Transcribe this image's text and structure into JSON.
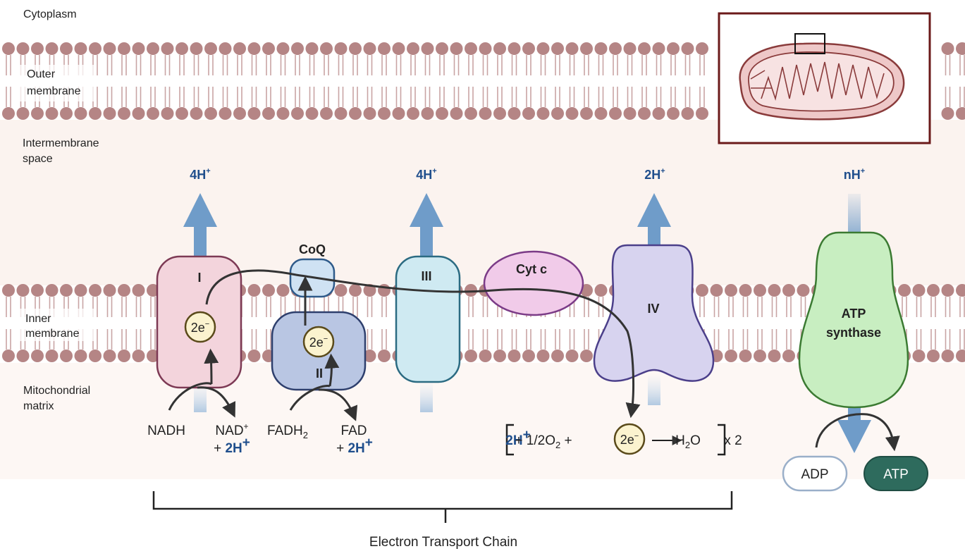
{
  "regions": {
    "cytoplasm": "Cytoplasm",
    "outer_membrane": [
      "Outer",
      "membrane"
    ],
    "intermembrane_space": [
      "Intermembrane",
      "space"
    ],
    "inner_membrane": [
      "Inner",
      "membrane"
    ],
    "matrix": [
      "Mitochondrial",
      "matrix"
    ]
  },
  "complexes": {
    "c1": "I",
    "c2": "II",
    "c3": "III",
    "c4": "IV",
    "coq": "CoQ",
    "cytc": "Cyt c",
    "atp_synthase": [
      "ATP",
      "synthase"
    ]
  },
  "protons": {
    "c1": "4H",
    "c3": "4H",
    "c4": "2H",
    "atp": "nH",
    "superscript_plus": "+"
  },
  "electrons": "2e",
  "electron_superscript": "−",
  "molecules": {
    "nadh": "NADH",
    "nad": "NAD",
    "nad_sup": "+",
    "plus_2h": "+ ",
    "two_h": "2H",
    "fadh2": "FADH",
    "sub_2": "2",
    "fad": "FAD",
    "half_o2": "+ 1/2O",
    "plus_after": " +",
    "water": "H",
    "water_o": "O",
    "times_two": "x 2",
    "adp": "ADP",
    "atp": "ATP"
  },
  "footer": "Electron Transport Chain",
  "colors": {
    "membrane_head": "#b58585",
    "membrane_tail": "#c9a4a4",
    "background_band": "#fbf3ef",
    "c1": "#f3d4dc",
    "c2": "#b9c6e3",
    "c3": "#cfeaf2",
    "c4": "#d7d3ef",
    "coq": "#cfe2f3",
    "cytc": "#f1cbe9",
    "atp_synthase": "#c8eec1",
    "proton_arrow": "#6f9cc9",
    "atp_badge": "#2e6b5d",
    "inset_border": "#6b1a1a"
  }
}
